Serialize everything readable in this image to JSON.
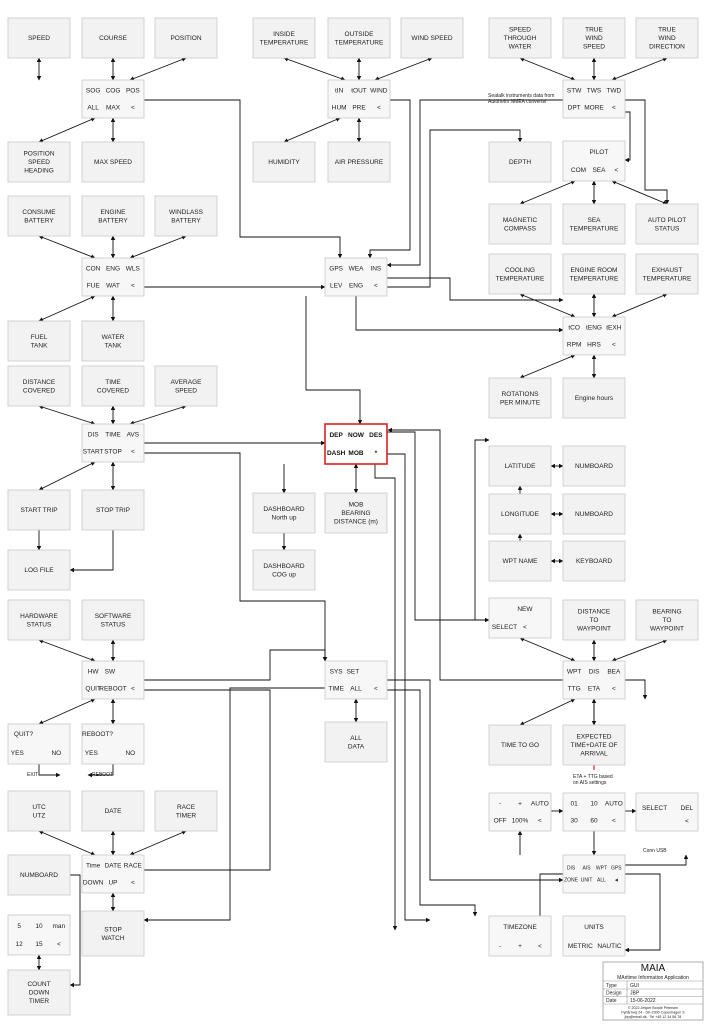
{
  "boxes": {
    "speed": [
      "SPEED"
    ],
    "course": [
      "COURSE"
    ],
    "position": [
      "POSITION"
    ],
    "inside_temp": [
      "INSIDE",
      "TEMPERATURE"
    ],
    "outside_temp": [
      "OUTSIDE",
      "TEMPERATURE"
    ],
    "wind_speed": [
      "WIND SPEED"
    ],
    "speed_through_water": [
      "SPEED",
      "THROUGH",
      "WATER"
    ],
    "true_wind_speed": [
      "TRUE",
      "WIND",
      "SPEED"
    ],
    "true_wind_direction": [
      "TRUE",
      "WIND",
      "DIRECTION"
    ],
    "position_speed_heading": [
      "POSITION",
      "SPEED",
      "HEADING"
    ],
    "max_speed": [
      "MAX SPEED"
    ],
    "humidity": [
      "HUMIDITY"
    ],
    "air_pressure": [
      "AIR PRESSURE"
    ],
    "depth": [
      "DEPTH"
    ],
    "consume_battery": [
      "CONSUME",
      "BATTERY"
    ],
    "engine_battery": [
      "ENGINE",
      "BATTERY"
    ],
    "windlass_battery": [
      "WINDLASS",
      "BATTERY"
    ],
    "magnetic_compass": [
      "MAGNETIC",
      "COMPASS"
    ],
    "sea_temperature": [
      "SEA",
      "TEMPERATURE"
    ],
    "auto_pilot_status": [
      "AUTO PILOT",
      "STATUS"
    ],
    "cooling_temperature": [
      "COOLING",
      "TEMPERATURE"
    ],
    "engine_room_temperature": [
      "ENGINE ROOM",
      "TEMPERATURE"
    ],
    "exhaust_temperature": [
      "EXHAUST",
      "TEMPERATURE"
    ],
    "fuel_tank": [
      "FUEL",
      "TANK"
    ],
    "water_tank": [
      "WATER",
      "TANK"
    ],
    "distance_covered": [
      "DISTANCE",
      "COVERED"
    ],
    "time_covered": [
      "TIME",
      "COVERED"
    ],
    "average_speed": [
      "AVERAGE",
      "SPEED"
    ],
    "rotations_per_minute": [
      "ROTATIONS",
      "PER MINUTE"
    ],
    "engine_hours": [
      "Engine hours"
    ],
    "latitude": [
      "LATITUDE"
    ],
    "numboard_lat": [
      "NUMBOARD"
    ],
    "start_trip": [
      "START TRIP"
    ],
    "stop_trip": [
      "STOP TRIP"
    ],
    "dashboard_north_up": [
      "DASHBOARD",
      "North up"
    ],
    "mob_bearing_distance": [
      "MOB",
      "BEARING",
      "DISTANCE (m)"
    ],
    "longitude": [
      "LONGITUDE"
    ],
    "numboard_lon": [
      "NUMBOARD"
    ],
    "log_file": [
      "LOG FILE"
    ],
    "dashboard_cog_up": [
      "DASHBOARD",
      "COG up"
    ],
    "wpt_name": [
      "WPT NAME"
    ],
    "keyboard": [
      "KEYBOARD"
    ],
    "hardware_status": [
      "HARDWARE",
      "STATUS"
    ],
    "software_status": [
      "SOFTWARE",
      "STATUS"
    ],
    "distance_to_waypoint": [
      "DISTANCE",
      "TO",
      "WAYPOINT"
    ],
    "bearing_to_waypoint": [
      "BEARING",
      "TO",
      "WAYPOINT"
    ],
    "all_data": [
      "ALL",
      "DATA"
    ],
    "time_to_go": [
      "TIME TO GO"
    ],
    "expected_arrival": [
      "EXPECTED",
      "TIME+DATE OF",
      "ARRIVAL"
    ],
    "utc": [
      "UTC",
      "UTZ"
    ],
    "date": [
      "DATE"
    ],
    "race_timer": [
      "RACE",
      "TIMER"
    ],
    "numboard_time": [
      "NUMBOARD"
    ],
    "stop_watch": [
      "STOP",
      "WATCH"
    ],
    "count_down_timer": [
      "COUNT",
      "DOWN",
      "TIMER"
    ]
  },
  "menus": {
    "nav": [
      [
        "SOG",
        "COG",
        "POS"
      ],
      [
        "ALL",
        "MAX",
        "<"
      ]
    ],
    "weather": [
      [
        "tIN",
        "tOUT",
        "WIND"
      ],
      [
        "HUM",
        "PRE",
        "<"
      ]
    ],
    "instruments": [
      [
        "STW",
        "TWS",
        "TWD"
      ],
      [
        "DPT",
        "MORE",
        "<"
      ]
    ],
    "pilot": [
      [
        "PILOT"
      ],
      [
        "COM",
        "SEA",
        "<"
      ]
    ],
    "power": [
      [
        "CON",
        "ENG",
        "WLS"
      ],
      [
        "FUE",
        "WAT",
        "<"
      ]
    ],
    "gps": [
      [
        "GPS",
        "WEA",
        "INS"
      ],
      [
        "LEV",
        "ENG",
        "<"
      ]
    ],
    "engine": [
      [
        "tCO",
        "tENG",
        "tEXH"
      ],
      [
        "RPM",
        "HRS",
        "<"
      ]
    ],
    "trip": [
      [
        "DIS",
        "TIME",
        "AVS"
      ],
      [
        "START",
        "STOP",
        "<"
      ]
    ],
    "main": [
      [
        "DEP",
        "NOW",
        "DES"
      ],
      [
        "DASH",
        "MOB",
        "*"
      ]
    ],
    "system": [
      [
        "HW",
        "SW"
      ],
      [
        "QUIT",
        "REBOOT",
        "<"
      ]
    ],
    "sys": [
      [
        "SYS",
        "SET"
      ],
      [
        "TIME",
        "ALL",
        "<"
      ]
    ],
    "select": [
      [
        "NEW"
      ],
      [
        "SELECT",
        "<"
      ]
    ],
    "wpt": [
      [
        "WPT",
        "DIS",
        "BEA"
      ],
      [
        "TTG",
        "ETA",
        "<"
      ]
    ],
    "quit": [
      [
        "QUIT?"
      ],
      [
        "YES",
        "NO"
      ]
    ],
    "reboot": [
      [
        "REBOOT?"
      ],
      [
        "YES",
        "NO"
      ]
    ],
    "clock": [
      [
        "Time",
        "DATE",
        "RACE"
      ],
      [
        "DOWN",
        "UP",
        "<"
      ]
    ],
    "brightness": [
      [
        "-",
        "+",
        "AUTO"
      ],
      [
        "OFF",
        "100%",
        "<"
      ]
    ],
    "interval": [
      [
        "01",
        "10",
        "AUTO"
      ],
      [
        "30",
        "60",
        "<"
      ]
    ],
    "sel_del": [
      [
        "SELECT",
        "DEL"
      ],
      [
        "<"
      ]
    ],
    "settings": [
      [
        "DIS",
        "AIS",
        "WPT",
        "GPS"
      ],
      [
        "ZONE",
        "UNIT",
        "ALL",
        "◄"
      ]
    ],
    "countdown": [
      [
        "5",
        "10",
        "man"
      ],
      [
        "12",
        "15",
        "<"
      ]
    ],
    "timezone": [
      [
        "TIMEZONE"
      ],
      [
        "-",
        "+",
        "<"
      ]
    ],
    "units": [
      [
        "UNITS"
      ],
      [
        "METRIC",
        "NAUTIC"
      ]
    ]
  },
  "notes": {
    "seatalk": "Seatalk instruments data from",
    "seatalk2": "Autohelm NMEA converter",
    "eta_note": "ETA + TTG based",
    "eta_note2": "on AIS settings",
    "conn_usb": "Conn USB",
    "exit": "EXIT",
    "reboot": "REBOOT"
  },
  "title_block": {
    "title": "MAIA",
    "subtitle": "MAritime Information Application",
    "rows": [
      [
        "Type",
        "GUI"
      ],
      [
        "Design",
        "JBP"
      ],
      [
        "Date",
        "15-06-2022"
      ]
    ],
    "footer": [
      "© 2022 Jesper Bonde Petersen",
      "Fyrtårnvej 24 · DK-2300 Copenhagen S",
      "jbp@email.dk · Tel +45 12 34 56 78"
    ]
  },
  "colors": {
    "accent": "#e02020",
    "box_fill": "#f2f2f2",
    "box_stroke": "#c8c8c8",
    "line": "#111111"
  }
}
